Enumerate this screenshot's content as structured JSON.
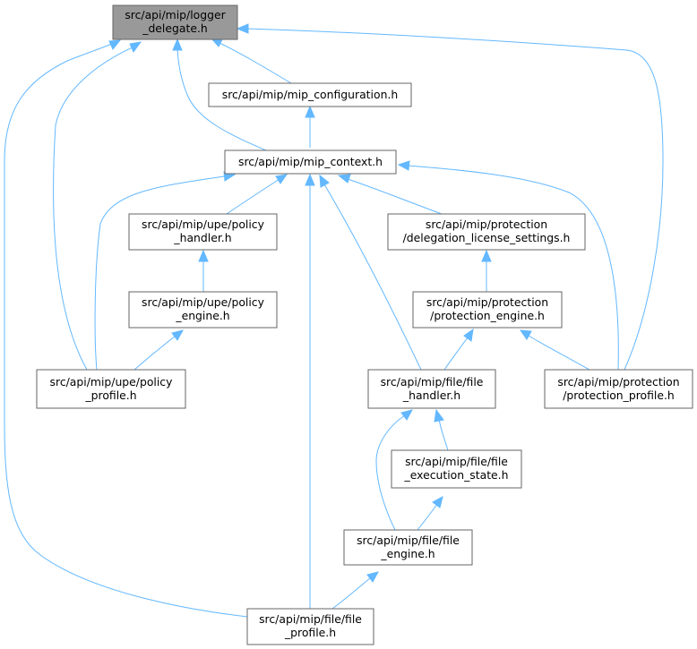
{
  "diagram": {
    "type": "include-dependency-graph",
    "colors": {
      "edge": "#63b8ff",
      "root_fill": "#999999",
      "node_fill": "#ffffff",
      "node_border": "#666666",
      "text": "#000000"
    },
    "nodes": {
      "logger_delegate": {
        "lines": [
          "src/api/mip/logger",
          "_delegate.h"
        ],
        "root": true
      },
      "mip_configuration": {
        "lines": [
          "src/api/mip/mip_configuration.h"
        ]
      },
      "mip_context": {
        "lines": [
          "src/api/mip/mip_context.h"
        ]
      },
      "policy_handler": {
        "lines": [
          "src/api/mip/upe/policy",
          "_handler.h"
        ]
      },
      "delegation_license_settings": {
        "lines": [
          "src/api/mip/protection",
          "/delegation_license_settings.h"
        ]
      },
      "policy_engine": {
        "lines": [
          "src/api/mip/upe/policy",
          "_engine.h"
        ]
      },
      "protection_engine": {
        "lines": [
          "src/api/mip/protection",
          "/protection_engine.h"
        ]
      },
      "policy_profile": {
        "lines": [
          "src/api/mip/upe/policy",
          "_profile.h"
        ]
      },
      "file_handler": {
        "lines": [
          "src/api/mip/file/file",
          "_handler.h"
        ]
      },
      "protection_profile": {
        "lines": [
          "src/api/mip/protection",
          "/protection_profile.h"
        ]
      },
      "file_execution_state": {
        "lines": [
          "src/api/mip/file/file",
          "_execution_state.h"
        ]
      },
      "file_engine": {
        "lines": [
          "src/api/mip/file/file",
          "_engine.h"
        ]
      },
      "file_profile": {
        "lines": [
          "src/api/mip/file/file",
          "_profile.h"
        ]
      }
    },
    "edges": [
      {
        "from": "mip_configuration",
        "to": "logger_delegate"
      },
      {
        "from": "mip_context",
        "to": "logger_delegate"
      },
      {
        "from": "policy_profile",
        "to": "logger_delegate"
      },
      {
        "from": "protection_profile",
        "to": "logger_delegate"
      },
      {
        "from": "file_profile",
        "to": "logger_delegate"
      },
      {
        "from": "mip_context",
        "to": "mip_configuration"
      },
      {
        "from": "policy_handler",
        "to": "mip_context"
      },
      {
        "from": "delegation_license_settings",
        "to": "mip_context"
      },
      {
        "from": "policy_profile",
        "to": "mip_context"
      },
      {
        "from": "file_handler",
        "to": "mip_context"
      },
      {
        "from": "protection_profile",
        "to": "mip_context"
      },
      {
        "from": "file_profile",
        "to": "mip_context"
      },
      {
        "from": "policy_engine",
        "to": "policy_handler"
      },
      {
        "from": "protection_engine",
        "to": "delegation_license_settings"
      },
      {
        "from": "policy_profile",
        "to": "policy_engine"
      },
      {
        "from": "file_handler",
        "to": "protection_engine"
      },
      {
        "from": "protection_profile",
        "to": "protection_engine"
      },
      {
        "from": "file_execution_state",
        "to": "file_handler"
      },
      {
        "from": "file_engine",
        "to": "file_handler"
      },
      {
        "from": "file_engine",
        "to": "file_execution_state"
      },
      {
        "from": "file_profile",
        "to": "file_engine"
      }
    ]
  }
}
